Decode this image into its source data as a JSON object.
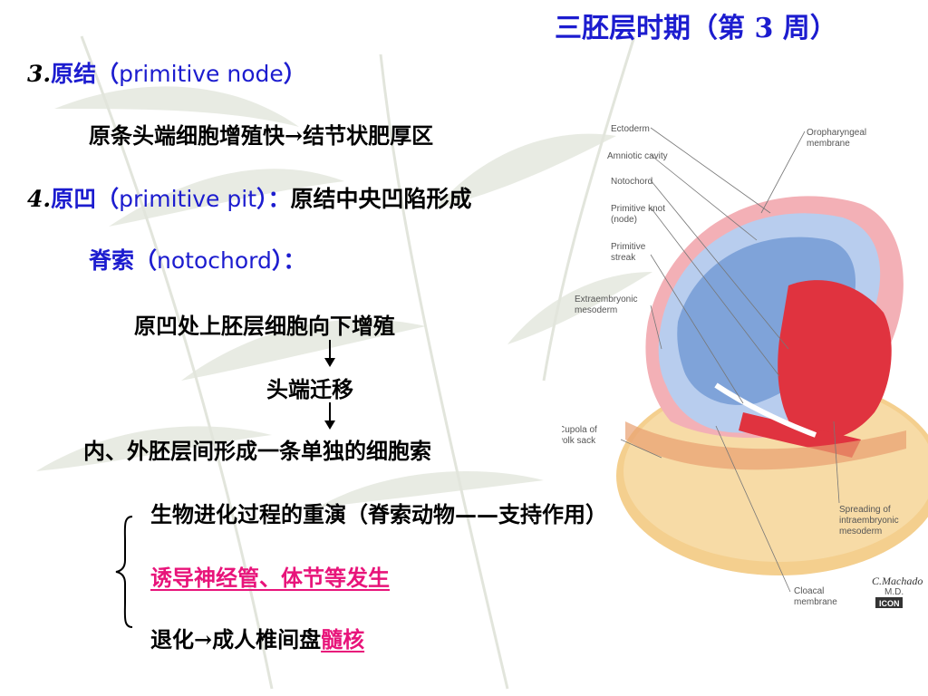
{
  "slide": {
    "title": "三胚层时期（第 3 周）",
    "item3": {
      "number": "3.",
      "label": "原结（",
      "english": "primitive node",
      "close": "）"
    },
    "item3_desc": {
      "text": "原条头端细胞增殖快",
      "arrow": "→",
      "rest": "结节状肥厚区"
    },
    "item4": {
      "number": "4.",
      "label": "原凹（",
      "english": "primitive pit",
      "close": "）：",
      "desc": "原结中央凹陷形成"
    },
    "notochord": {
      "label": "脊索（",
      "english": "notochord",
      "close": "）："
    },
    "flow": {
      "step1": "原凹处上胚层细胞向下增殖",
      "step2": "头端迁移",
      "step3": "内、外胚层间形成一条单独的细胞索"
    },
    "branches": {
      "b1": "生物进化过程的重演（脊索动物——支持作用）",
      "b2": "诱导神经管、体节等发生",
      "b3_prefix": "退化",
      "b3_arrow": "→",
      "b3_mid": "成人椎间盘",
      "b3_highlight": "髓核"
    }
  },
  "figure": {
    "labels": {
      "ectoderm": "Ectoderm",
      "amniotic": "Amniotic cavity",
      "notochord": "Notochord",
      "knot1": "Primitive knot",
      "knot2": "(node)",
      "streak1": "Primitive",
      "streak2": "streak",
      "extra1": "Extraembryonic",
      "extra2": "mesoderm",
      "cupola1": "Cupola of",
      "cupola2": "yolk sack",
      "oro1": "Oropharyngeal",
      "oro2": "membrane",
      "spread1": "Spreading of",
      "spread2": "intraembryonic",
      "spread3": "mesoderm",
      "cloacal1": "Cloacal",
      "cloacal2": "membrane",
      "signature": "C.Machado",
      "initials": "M.D.",
      "logo": "ICON"
    }
  },
  "colors": {
    "blue_text": "#1c1ccf",
    "pink_text": "#e8147a"
  }
}
